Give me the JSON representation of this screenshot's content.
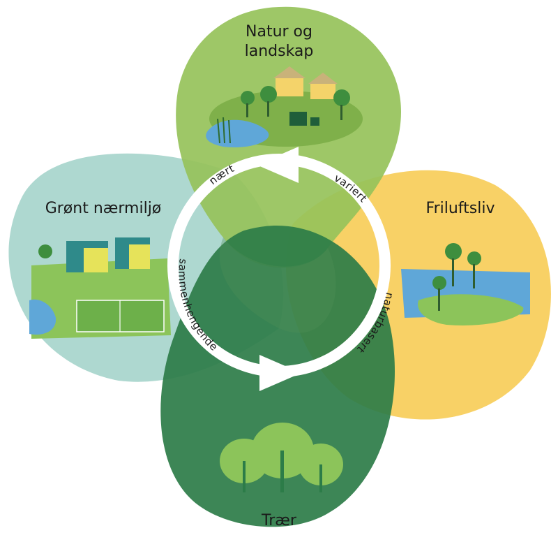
{
  "petals": {
    "top": {
      "line1": "Natur og",
      "line2": "landskap",
      "color": "#96c25a"
    },
    "left": {
      "label": "Grønt nærmiljø",
      "color": "#a3d3c9"
    },
    "right": {
      "label": "Friluftsliv",
      "color": "#f7cc55"
    },
    "bottom": {
      "label": "Trær",
      "color": "#2c7c48"
    }
  },
  "cycle": {
    "words": {
      "naert": "nært",
      "variert": "variert",
      "naturbasert": "naturbasert",
      "sammenhengende": "sammenhengende"
    }
  }
}
